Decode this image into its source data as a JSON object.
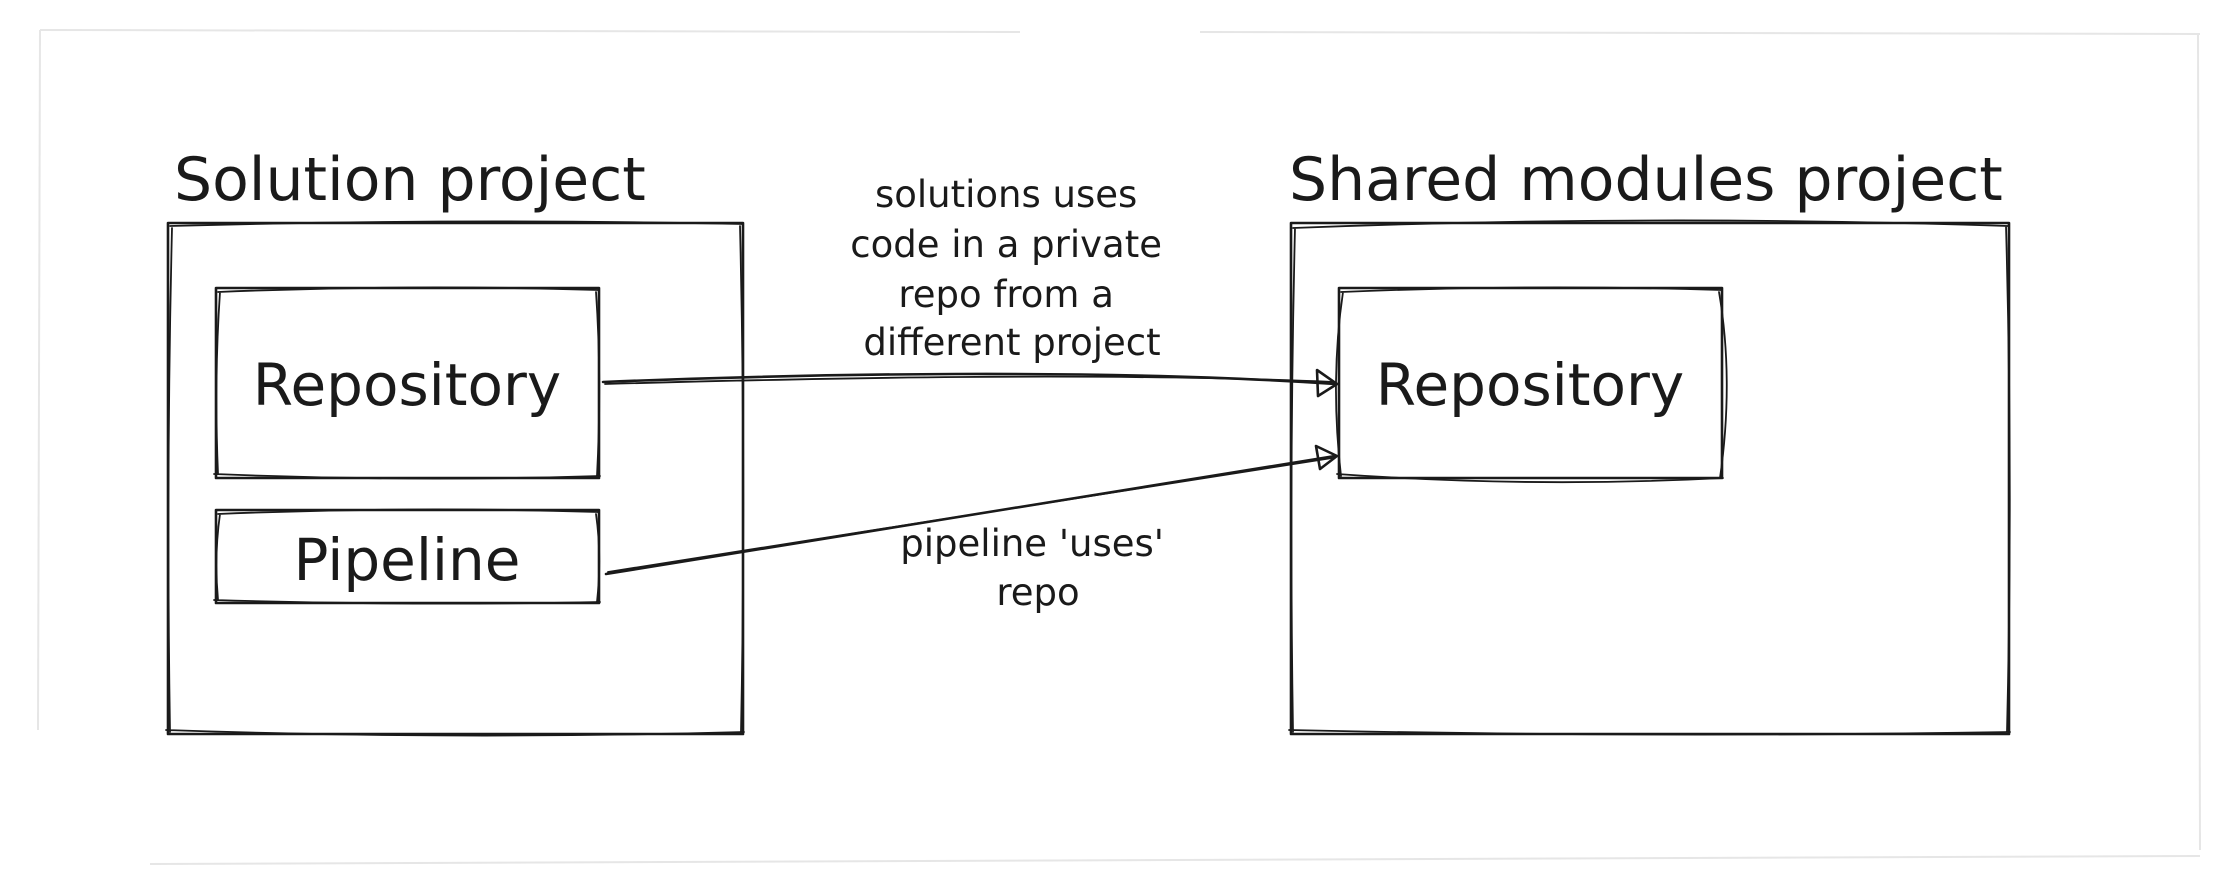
{
  "diagram": {
    "groups": [
      {
        "id": "solution",
        "title": "Solution project"
      },
      {
        "id": "shared",
        "title": "Shared modules project"
      }
    ],
    "nodes": [
      {
        "id": "solution_repo",
        "group": "solution",
        "label": "Repository"
      },
      {
        "id": "solution_pipeline",
        "group": "solution",
        "label": "Pipeline"
      },
      {
        "id": "shared_repo",
        "group": "shared",
        "label": "Repository"
      }
    ],
    "edges": [
      {
        "from": "solution_repo",
        "to": "shared_repo",
        "label_lines": [
          "solutions uses",
          "code in a private",
          "repo from a",
          "different project"
        ]
      },
      {
        "from": "solution_pipeline",
        "to": "shared_repo",
        "label_lines": [
          "pipeline 'uses'",
          "repo"
        ]
      }
    ]
  }
}
